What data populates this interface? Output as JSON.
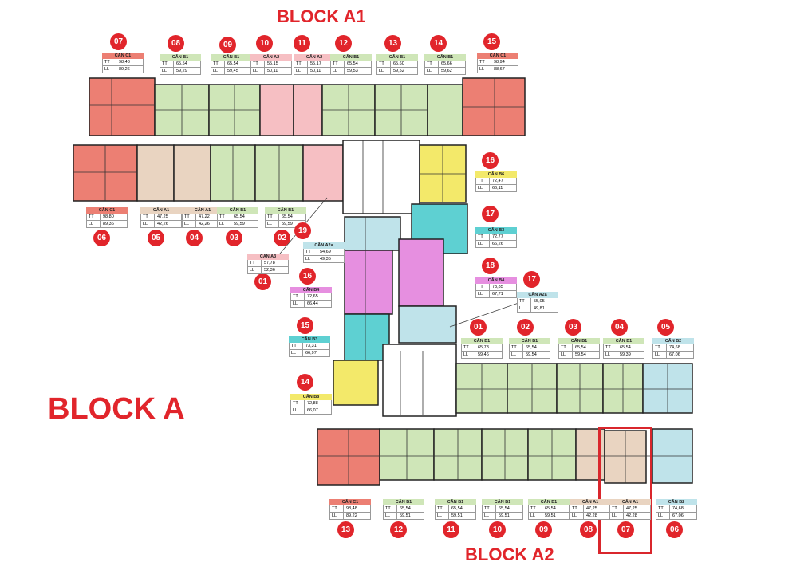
{
  "titles": {
    "block_a1": "BLOCK A1",
    "block_a": "BLOCK A",
    "block_a2": "BLOCK A2"
  },
  "colors": {
    "red": "#e1252b",
    "green": "#cfe6b8",
    "salmon": "#ec7f73",
    "pink": "#f6bfc3",
    "beige": "#e9d4c1",
    "yellow": "#f3e96a",
    "cyan": "#5ed0d2",
    "magenta": "#e68fe0",
    "ltblue": "#bfe3ea",
    "wall": "#222222"
  },
  "tags": [
    {
      "no": "07",
      "label": "CĂN C1",
      "tt": "98,48",
      "ll": "89,26",
      "color": "#ec7f73"
    },
    {
      "no": "08",
      "label": "CĂN B1",
      "tt": "65,54",
      "ll": "59,29",
      "color": "#cfe6b8"
    },
    {
      "no": "09",
      "label": "CĂN B1",
      "tt": "65,54",
      "ll": "59,45",
      "color": "#cfe6b8"
    },
    {
      "no": "10",
      "label": "CĂN A2",
      "tt": "55,15",
      "ll": "50,11",
      "color": "#f6bfc3"
    },
    {
      "no": "11",
      "label": "CĂN A2",
      "tt": "55,17",
      "ll": "50,11",
      "color": "#f6bfc3"
    },
    {
      "no": "12",
      "label": "CĂN B1",
      "tt": "65,54",
      "ll": "59,53",
      "color": "#cfe6b8"
    },
    {
      "no": "13",
      "label": "CĂN B1",
      "tt": "65,60",
      "ll": "59,52",
      "color": "#cfe6b8"
    },
    {
      "no": "14",
      "label": "CĂN B1",
      "tt": "65,66",
      "ll": "59,62",
      "color": "#cfe6b8"
    },
    {
      "no": "15",
      "label": "CĂN C1",
      "tt": "98,94",
      "ll": "88,67",
      "color": "#ec7f73"
    },
    {
      "no": "06",
      "label": "CĂN C1",
      "tt": "98,80",
      "ll": "89,36",
      "color": "#ec7f73"
    },
    {
      "no": "05",
      "label": "CĂN A1",
      "tt": "47,25",
      "ll": "42,26",
      "color": "#e9d4c1"
    },
    {
      "no": "04",
      "label": "CĂN A1",
      "tt": "47,22",
      "ll": "42,26",
      "color": "#e9d4c1"
    },
    {
      "no": "03",
      "label": "CĂN B1",
      "tt": "65,54",
      "ll": "59,59",
      "color": "#cfe6b8"
    },
    {
      "no": "02",
      "label": "CĂN B1",
      "tt": "65,54",
      "ll": "59,59",
      "color": "#cfe6b8"
    },
    {
      "no": "01",
      "label": "CĂN A3",
      "tt": "57,78",
      "ll": "52,36",
      "color": "#f6bfc3"
    },
    {
      "no": "19",
      "label": "CĂN A2a",
      "tt": "54,69",
      "ll": "49,35",
      "color": "#bfe3ea"
    },
    {
      "no": "16",
      "label": "CĂN B6",
      "tt": "72,47",
      "ll": "66,11",
      "color": "#f3e96a"
    },
    {
      "no": "17",
      "label": "CĂN B3",
      "tt": "72,77",
      "ll": "66,26",
      "color": "#5ed0d2"
    },
    {
      "no": "18",
      "label": "CĂN B4",
      "tt": "73,85",
      "ll": "67,71",
      "color": "#e68fe0"
    },
    {
      "no": "16",
      "label": "CĂN B4",
      "tt": "72,65",
      "ll": "66,44",
      "color": "#e68fe0"
    },
    {
      "no": "17",
      "label": "CĂN A2a",
      "tt": "55,05",
      "ll": "49,81",
      "color": "#bfe3ea"
    },
    {
      "no": "15",
      "label": "CĂN B3",
      "tt": "73,31",
      "ll": "66,97",
      "color": "#5ed0d2"
    },
    {
      "no": "14",
      "label": "CĂN B8",
      "tt": "72,88",
      "ll": "66,07",
      "color": "#f3e96a"
    },
    {
      "no": "01",
      "label": "CĂN B1",
      "tt": "65,78",
      "ll": "59,46",
      "color": "#cfe6b8"
    },
    {
      "no": "02",
      "label": "CĂN B1",
      "tt": "65,54",
      "ll": "59,54",
      "color": "#cfe6b8"
    },
    {
      "no": "03",
      "label": "CĂN B1",
      "tt": "65,54",
      "ll": "59,54",
      "color": "#cfe6b8"
    },
    {
      "no": "04",
      "label": "CĂN B1",
      "tt": "65,54",
      "ll": "59,39",
      "color": "#cfe6b8"
    },
    {
      "no": "05",
      "label": "CĂN B2",
      "tt": "74,68",
      "ll": "67,06",
      "color": "#bfe3ea"
    },
    {
      "no": "13",
      "label": "CĂN C1",
      "tt": "98,48",
      "ll": "89,22",
      "color": "#ec7f73"
    },
    {
      "no": "12",
      "label": "CĂN B1",
      "tt": "65,54",
      "ll": "59,51",
      "color": "#cfe6b8"
    },
    {
      "no": "11",
      "label": "CĂN B1",
      "tt": "65,54",
      "ll": "59,51",
      "color": "#cfe6b8"
    },
    {
      "no": "10",
      "label": "CĂN B1",
      "tt": "65,54",
      "ll": "59,51",
      "color": "#cfe6b8"
    },
    {
      "no": "09",
      "label": "CĂN B1",
      "tt": "65,54",
      "ll": "59,51",
      "color": "#cfe6b8"
    },
    {
      "no": "08",
      "label": "CĂN A1",
      "tt": "47,25",
      "ll": "42,28",
      "color": "#e9d4c1"
    },
    {
      "no": "07",
      "label": "CĂN A1",
      "tt": "47,25",
      "ll": "42,28",
      "color": "#e9d4c1"
    },
    {
      "no": "06",
      "label": "CĂN B2",
      "tt": "74,68",
      "ll": "67,06",
      "color": "#bfe3ea"
    }
  ]
}
